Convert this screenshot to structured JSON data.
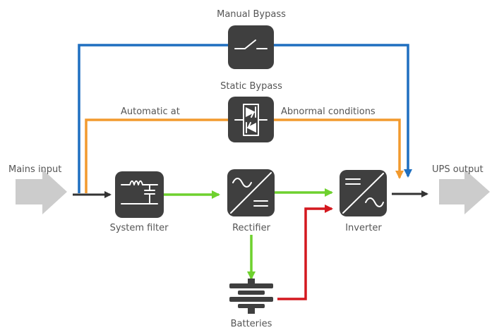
{
  "labels": {
    "manual_bypass": "Manual Bypass",
    "static_bypass": "Static Bypass",
    "automatic_at": "Automatic at",
    "abnormal_conditions": "Abnormal conditions",
    "mains_input": "Mains input",
    "ups_output": "UPS output",
    "system_filter": "System filter",
    "rectifier": "Rectifier",
    "inverter": "Inverter",
    "batteries": "Batteries"
  },
  "colors": {
    "manual_bypass_line": "#1f6fc0",
    "static_bypass_line": "#f29a2e",
    "main_path_line": "#6ed12e",
    "battery_line": "#d4181f",
    "input_output_arrow": "#333333",
    "block_fill": "#3f3f3f",
    "big_arrow": "#cccccc"
  },
  "icons": {
    "manual_bypass": "switch-icon",
    "static_bypass": "thyristor-icon",
    "system_filter": "filter-icon",
    "rectifier": "ac-dc-icon",
    "inverter": "dc-ac-icon",
    "batteries": "battery-icon"
  }
}
